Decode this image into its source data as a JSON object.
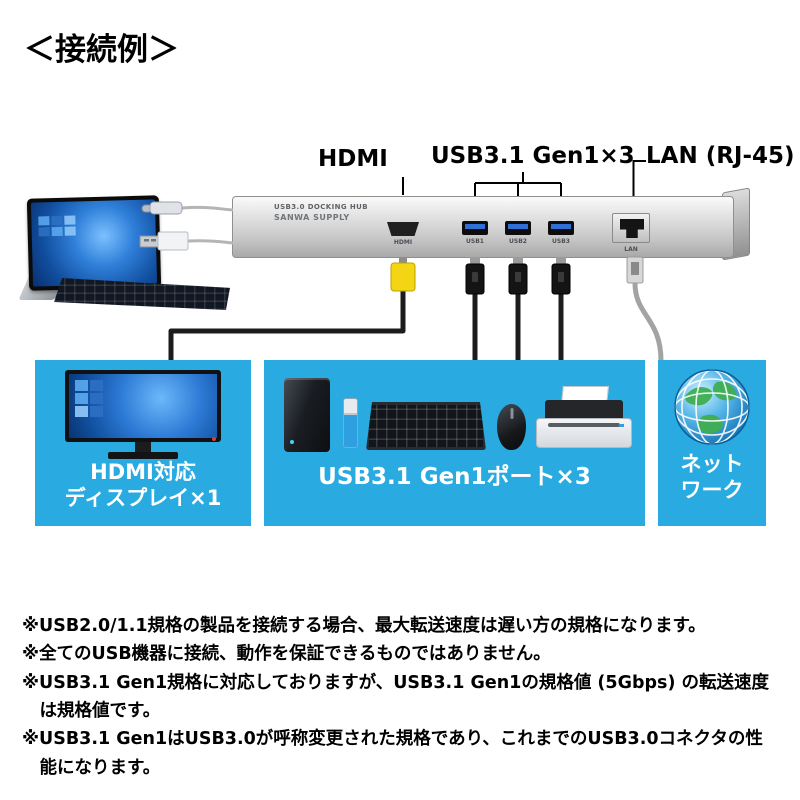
{
  "title": "＜接続例＞",
  "dock": {
    "print_line1": "USB3.0 DOCKING HUB",
    "print_line2": "SANWA SUPPLY",
    "port_labels": {
      "hdmi": "HDMI",
      "usb1": "USB1",
      "usb2": "USB2",
      "usb3": "USB3",
      "lan": "LAN"
    }
  },
  "callouts": {
    "hdmi": "HDMI",
    "usb": "USB3.1 Gen1×3",
    "lan": "LAN (RJ-45)"
  },
  "result_boxes": {
    "display": {
      "line1": "HDMI対応",
      "line2": "ディスプレイ×1"
    },
    "usb": {
      "label": "USB3.1 Gen1ポート×3"
    },
    "network": {
      "line1": "ネット",
      "line2": "ワーク"
    }
  },
  "notes": [
    "※USB2.0/1.1規格の製品を接続する場合、最大転送速度は遅い方の規格になります。",
    "※全てのUSB機器に接続、動作を保証できるものではありません。",
    "※USB3.1 Gen1規格に対応しておりますが、USB3.1 Gen1の規格値 (5Gbps) の転送速度は規格値です。",
    "※USB3.1 Gen1はUSB3.0が呼称変更された規格であり、これまでのUSB3.0コネクタの性能になります。"
  ],
  "colors": {
    "box_blue": "#29abe2",
    "usb_port_blue": "#2f6fd6",
    "hdmi_plug_yellow": "#f3d514",
    "cable_black": "#1c1c1c",
    "lan_cable_gray": "#a3a3a3"
  }
}
